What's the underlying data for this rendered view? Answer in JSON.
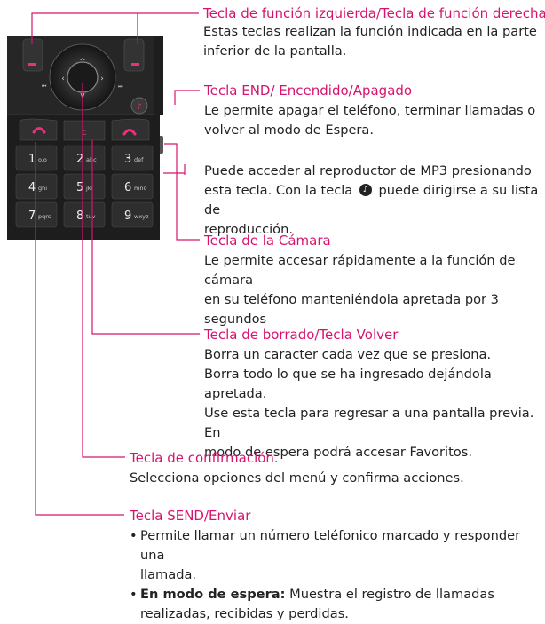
{
  "phone": {
    "keys": [
      {
        "num": "1",
        "sub": "o.o"
      },
      {
        "num": "2",
        "sub": "abc"
      },
      {
        "num": "3",
        "sub": "def"
      },
      {
        "num": "4",
        "sub": "ghi"
      },
      {
        "num": "5",
        "sub": "jkl"
      },
      {
        "num": "6",
        "sub": "mno"
      },
      {
        "num": "7",
        "sub": "pqrs"
      },
      {
        "num": "8",
        "sub": "tuv"
      },
      {
        "num": "9",
        "sub": "wxyz"
      }
    ]
  },
  "sections": {
    "function": {
      "title": "Tecla de función izquierda/Tecla de función derecha",
      "lines": [
        "Estas teclas realizan la función indicada en la parte",
        "inferior de la pantalla."
      ]
    },
    "end": {
      "title": "Tecla END/ Encendido/Apagado",
      "lines": [
        "Le permite apagar el teléfono, terminar llamadas o",
        "volver al modo de Espera."
      ]
    },
    "mp3": {
      "line1": "Puede acceder al reproductor de MP3 presionando",
      "line2a": "esta tecla. Con la tecla",
      "line2b": "puede dirigirse a su lista de",
      "line3": "reproducción.",
      "icon": "music-note-icon"
    },
    "camera": {
      "title": "Tecla de la Cámara",
      "lines": [
        "Le permite accesar rápidamente a la función de cámara",
        "en su teléfono manteniéndola apretada por 3",
        "segundos"
      ]
    },
    "clear": {
      "title": "Tecla de borrado/Tecla Volver",
      "lines": [
        "Borra un caracter cada vez que se presiona.",
        "Borra todo lo que se ha ingresado dejándola apretada.",
        "Use esta tecla para regresar a una pantalla previa. En",
        "modo de espera podrá accesar Favoritos."
      ]
    },
    "confirm": {
      "title": "Tecla de confirmación.",
      "lines": [
        "Selecciona opciones del menú y confirma acciones."
      ]
    },
    "send": {
      "title": "Tecla SEND/Enviar",
      "bullet1": [
        "Permite llamar un número teléfonico marcado y responder una",
        "llamada."
      ],
      "bullet2_bold": "En modo de espera:",
      "bullet2_rest": " Muestra el registro de llamadas",
      "bullet2_line2": "realizadas, recibidas y perdidas."
    }
  },
  "colors": {
    "accent": "#d6146e",
    "text": "#222222",
    "phone": "#2a2a2a"
  }
}
